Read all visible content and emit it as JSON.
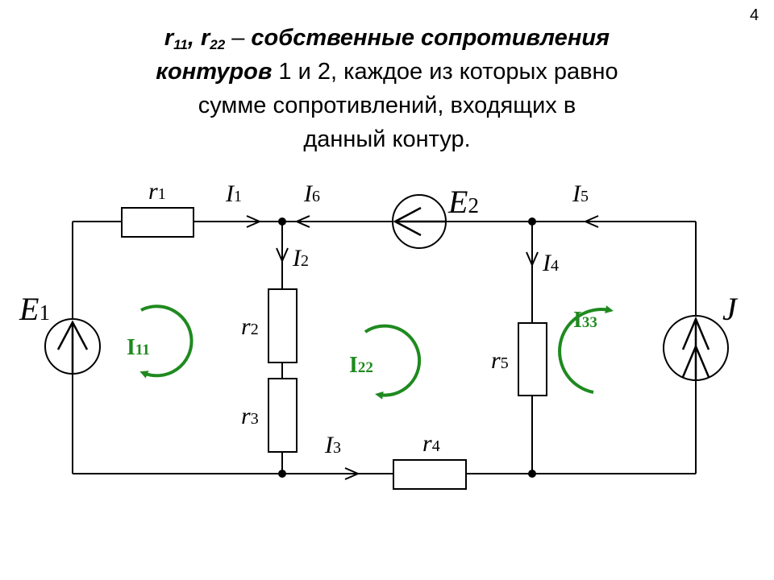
{
  "page_number": "4",
  "heading": {
    "r11": "r",
    "r11_sub": "11",
    "sep": ", ",
    "r22": "r",
    "r22_sub": "22",
    "dash": " – ",
    "bold1": "собственные сопротивления",
    "bold2": "контуров",
    "rest2": " 1 и 2, каждое из которых равно",
    "line3": "сумме сопротивлений, входящих в",
    "line4": "данный контур."
  },
  "circuit": {
    "r1": {
      "main": "r",
      "sub": "1"
    },
    "r2": {
      "main": "r",
      "sub": "2"
    },
    "r3": {
      "main": "r",
      "sub": "3"
    },
    "r4": {
      "main": "r",
      "sub": "4"
    },
    "r5": {
      "main": "r",
      "sub": "5"
    },
    "I1": {
      "main": "I",
      "sub": "1"
    },
    "I2": {
      "main": "I",
      "sub": "2"
    },
    "I3": {
      "main": "I",
      "sub": "3"
    },
    "I4": {
      "main": "I",
      "sub": "4"
    },
    "I5": {
      "main": "I",
      "sub": "5"
    },
    "I6": {
      "main": "I",
      "sub": "6"
    },
    "E1": {
      "main": "E",
      "sub": "1"
    },
    "E2": {
      "main": "E",
      "sub": "2"
    },
    "J": {
      "main": "J"
    },
    "loops": {
      "I11": {
        "main": "I",
        "sub": "11"
      },
      "I22": {
        "main": "I",
        "sub": "22"
      },
      "I33": {
        "main": "I",
        "sub": "33"
      }
    },
    "loop_color": "#1f8a1f"
  }
}
